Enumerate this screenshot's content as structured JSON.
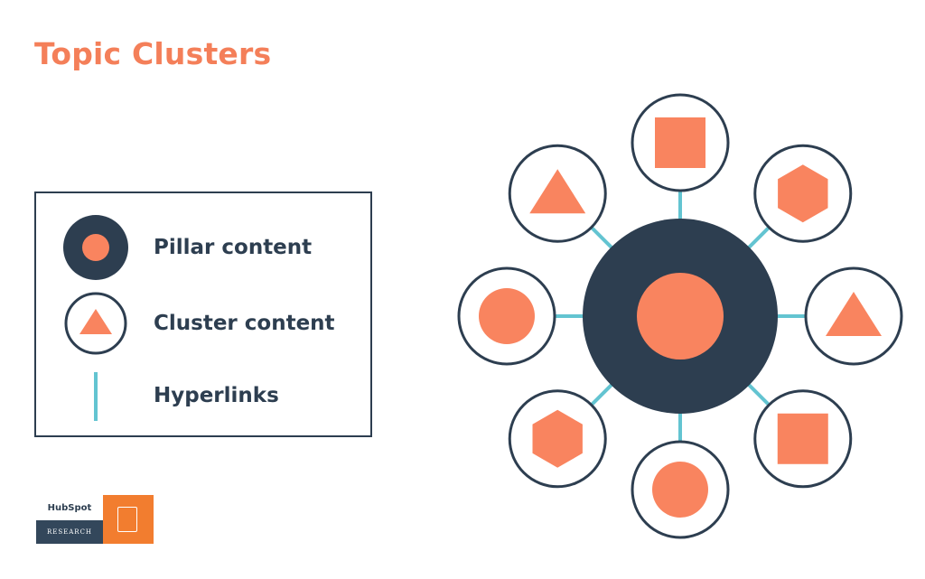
{
  "title": "Topic Clusters",
  "legend": {
    "items": [
      {
        "label": "Pillar content",
        "symbol": "pillar-node"
      },
      {
        "label": "Cluster content",
        "symbol": "cluster-node"
      },
      {
        "label": "Hyperlinks",
        "symbol": "hyperlink-line"
      }
    ]
  },
  "diagram": {
    "center": {
      "type": "pillar",
      "inner_shape": "circle"
    },
    "clusters": [
      {
        "position": "top",
        "shape": "square"
      },
      {
        "position": "top-right",
        "shape": "hexagon"
      },
      {
        "position": "right",
        "shape": "triangle"
      },
      {
        "position": "bottom-right",
        "shape": "square"
      },
      {
        "position": "bottom",
        "shape": "circle"
      },
      {
        "position": "bottom-left",
        "shape": "hexagon"
      },
      {
        "position": "left",
        "shape": "circle"
      },
      {
        "position": "top-left",
        "shape": "triangle"
      }
    ]
  },
  "brand": {
    "name": "HubSpot",
    "badge": "RESEARCH"
  },
  "colors": {
    "orange": "#f9845f",
    "navy": "#2d3e50",
    "teal": "#63c4d1",
    "title": "#f47f59"
  }
}
